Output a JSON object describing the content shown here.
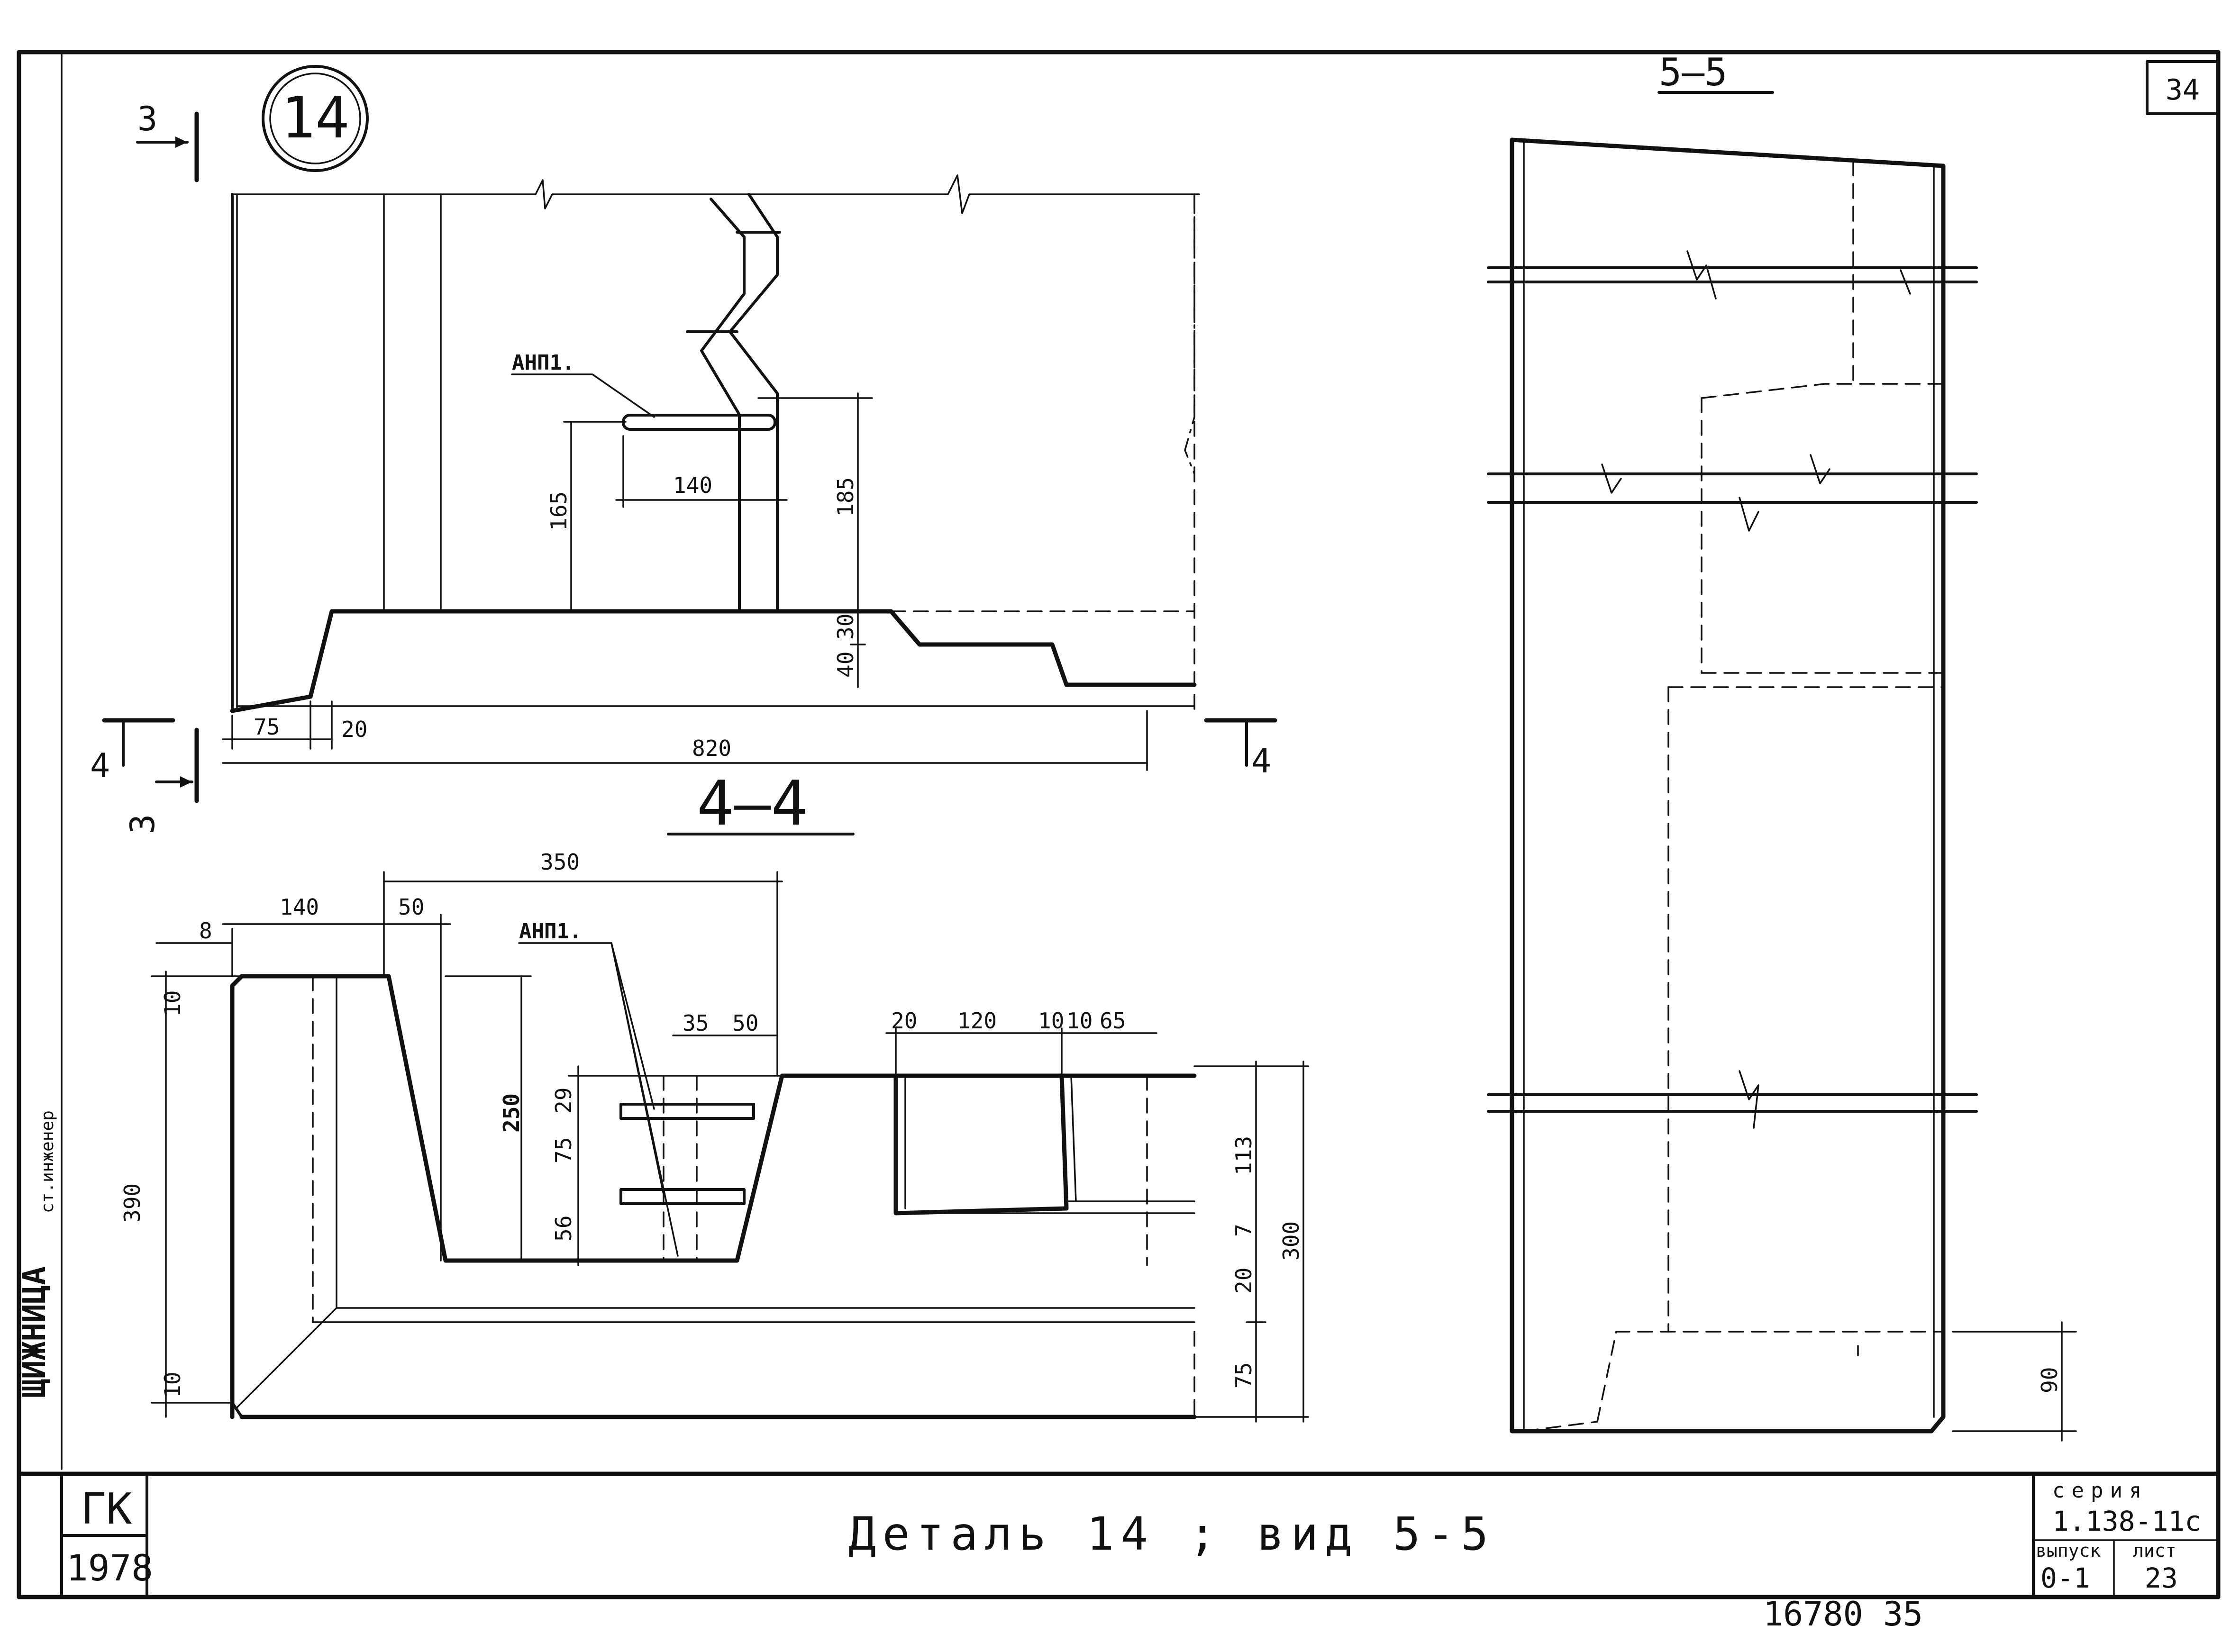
{
  "sheet": {
    "sheet_number": "34",
    "bottom_note": "16780  35"
  },
  "detail": {
    "number": "14",
    "section_mark_3": "3",
    "section_mark_4": "4",
    "section_title_44": "4—4",
    "section_title_55": "5—5",
    "callout_anp1": "АНП1."
  },
  "dims_top": [
    "185",
    "165",
    "140",
    "30",
    "40",
    "75",
    "20",
    "820"
  ],
  "dims_bottom": [
    "350",
    "140",
    "50",
    "8",
    "10",
    "390",
    "250",
    "35",
    "50",
    "29",
    "75",
    "56",
    "20",
    "120",
    "10",
    "10",
    "65",
    "113",
    "7",
    "20",
    "300",
    "75",
    "10"
  ],
  "dims_right": [
    "90"
  ],
  "title_block": {
    "org": "ГК",
    "year": "1978",
    "title": "Деталь 14 ; вид 5-5",
    "series_label": "серия",
    "series_value": "1.138-11с",
    "issue_label": "выпуск",
    "issue_value": "0-1",
    "sheet_label": "лист",
    "sheet_value": "23"
  },
  "margin_stamp": "ЩИЖНИЦА",
  "margin_role": "ст.инженер"
}
